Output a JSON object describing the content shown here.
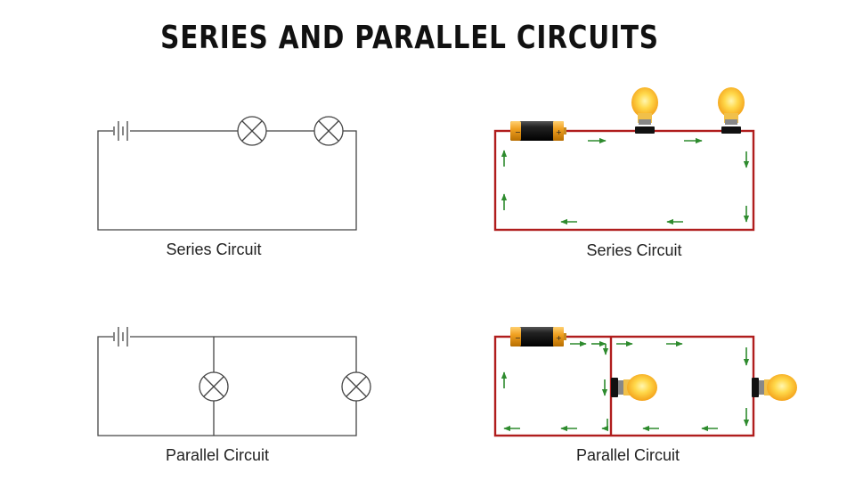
{
  "title": "SERIES AND PARALLEL CIRCUITS",
  "captions": {
    "series_left": "Series Circuit",
    "series_right": "Series Circuit",
    "parallel_left": "Parallel Circuit",
    "parallel_right": "Parallel Circuit"
  },
  "colors": {
    "wire": "#444444",
    "circuit_wire": "#b01d1d",
    "current_arrow": "#2e8b2e",
    "battery_body": "#1a1a1a",
    "battery_cap": "#f0a020",
    "bulb_glow": "#ffd84a"
  }
}
